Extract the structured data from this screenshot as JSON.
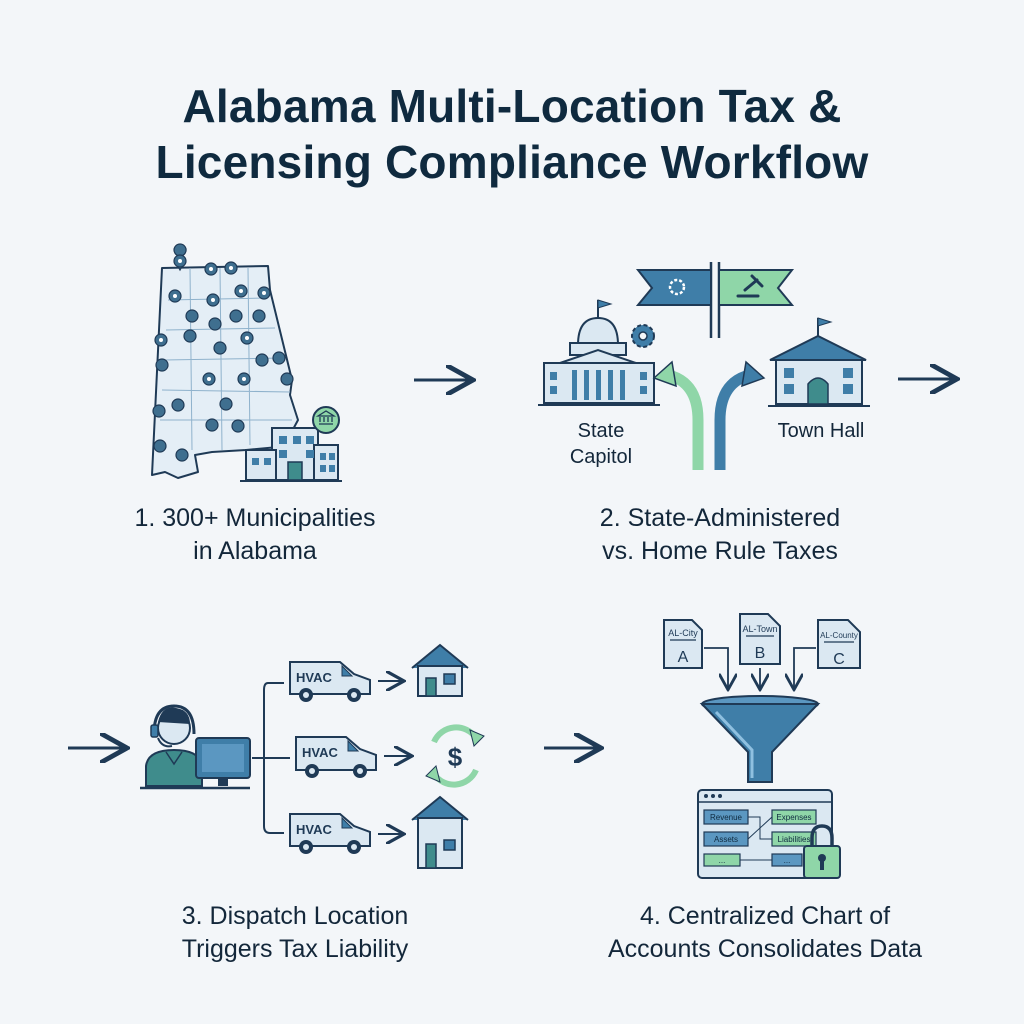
{
  "title": {
    "line1": "Alabama Multi-Location Tax &",
    "line2": "Licensing Compliance Workflow"
  },
  "steps": [
    {
      "line1": "1. 300+ Municipalities",
      "line2": "in Alabama"
    },
    {
      "line1": "2. State-Administered",
      "line2": "vs. Home Rule Taxes"
    },
    {
      "line1": "3. Dispatch Location",
      "line2": "Triggers Tax Liability"
    },
    {
      "line1": "4. Centralized Chart of",
      "line2": "Accounts Consolidates Data"
    }
  ],
  "step2": {
    "capitol_line1": "State",
    "capitol_line2": "Capitol",
    "townhall": "Town Hall"
  },
  "step3": {
    "van_label": "HVAC",
    "currency_symbol": "$"
  },
  "step4": {
    "docs": [
      {
        "top": "AL-City",
        "letter": "A"
      },
      {
        "top": "AL-Town",
        "letter": "B"
      },
      {
        "top": "AL-County",
        "letter": "C"
      }
    ],
    "ledger": {
      "revenue": "Revenue",
      "expenses": "Expenses",
      "assets": "Assets",
      "liabilities": "Liabilities",
      "more": "..."
    }
  },
  "colors": {
    "navy": "#1f3a56",
    "blue": "#3f7ea8",
    "teal": "#3f8c8c",
    "green": "#8fd6a8",
    "light_blue": "#dbe8f2"
  }
}
